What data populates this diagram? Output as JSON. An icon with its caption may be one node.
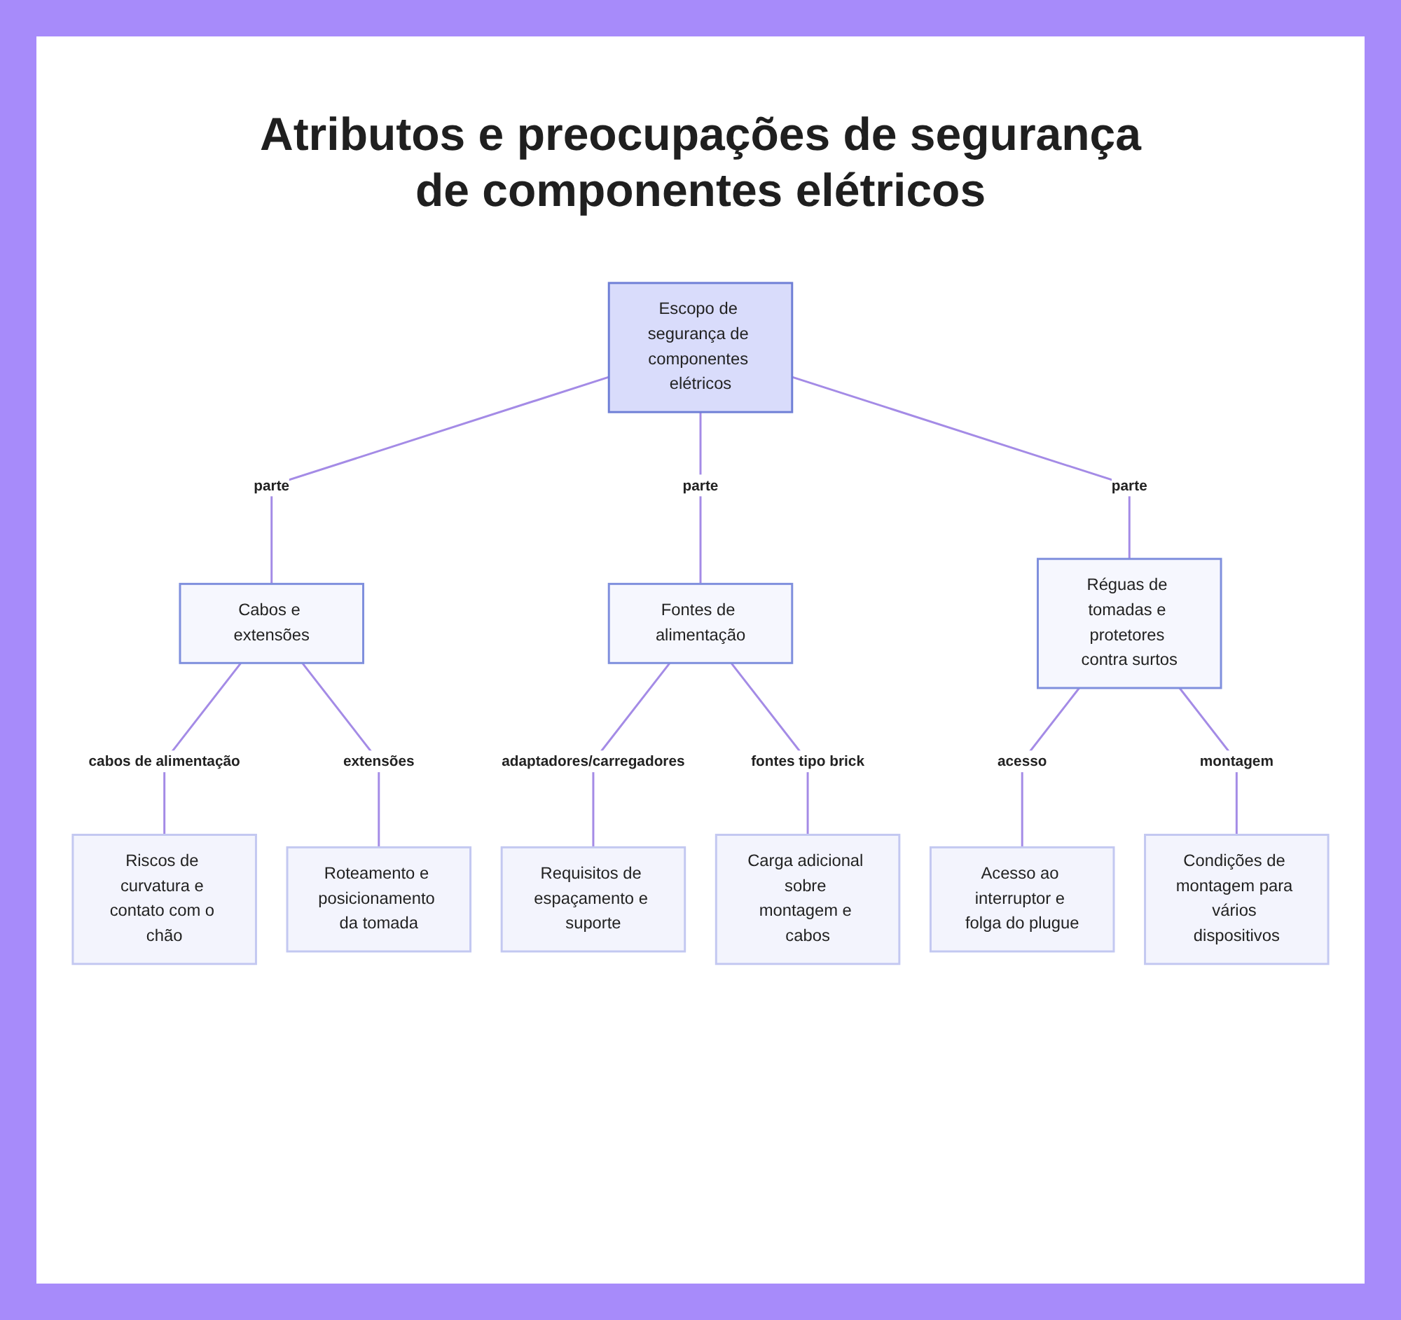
{
  "diagram": {
    "title": "Atributos e preocupações de segurança de componentes elétricos",
    "nodes": [
      {
        "text": [
          "Escopo de segurança de componentes elétricos"
        ]
      },
      {
        "text": [
          "Cabos e extensões"
        ]
      },
      {
        "text": [
          "Fontes de alimentação"
        ]
      },
      {
        "text": [
          "Réguas de tomadas e protetores contra surtos"
        ]
      },
      {
        "text": [
          "Riscos de curvatura e contato com o chão"
        ]
      },
      {
        "text": [
          "Roteamento e posicionamento da tomada"
        ]
      },
      {
        "text": [
          "Requisitos de espaçamento e suporte"
        ]
      },
      {
        "text": [
          "Carga adicional sobre montagem e cabos"
        ]
      },
      {
        "text": [
          "Acesso ao interruptor e folga do plugue"
        ]
      },
      {
        "text": [
          "Condições de montagem para vários dispositivos"
        ]
      }
    ],
    "edges": [
      {
        "from": 0,
        "to": 1,
        "arrow": "none",
        "label": "parte"
      },
      {
        "from": 0,
        "to": 2,
        "arrow": "none",
        "label": "parte"
      },
      {
        "from": 0,
        "to": 3,
        "arrow": "none",
        "label": "parte"
      },
      {
        "from": 1,
        "to": 4,
        "arrow": "none",
        "label": "cabos de alimentação"
      },
      {
        "from": 1,
        "to": 5,
        "arrow": "none",
        "label": "extensões"
      },
      {
        "from": 2,
        "to": 6,
        "arrow": "none",
        "label": "adaptadores/carregadores"
      },
      {
        "from": 2,
        "to": 7,
        "arrow": "none",
        "label": "fontes tipo brick"
      },
      {
        "from": 3,
        "to": 8,
        "arrow": "none",
        "label": "acesso"
      },
      {
        "from": 3,
        "to": 9,
        "arrow": "none",
        "label": "montagem"
      }
    ]
  }
}
